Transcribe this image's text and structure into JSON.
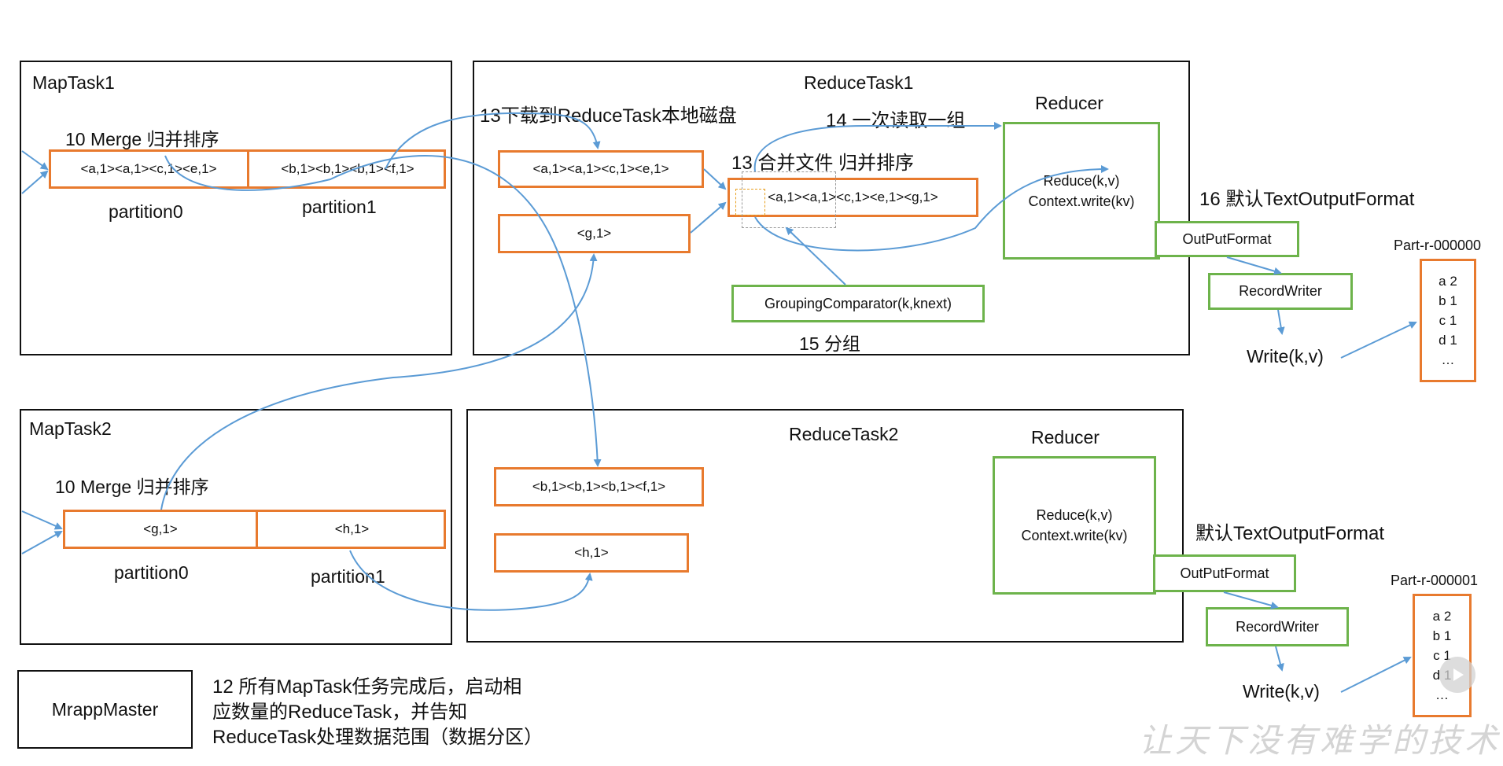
{
  "maptask1": {
    "title": "MapTask1",
    "merge": "10 Merge 归并排序",
    "p0_content": "<a,1><a,1><c,1><e,1>",
    "p1_content": "<b,1><b,1><b,1><f,1>",
    "p0_label": "partition0",
    "p1_label": "partition1"
  },
  "maptask2": {
    "title": "MapTask2",
    "merge": "10 Merge 归并排序",
    "p0_content": "<g,1>",
    "p1_content": "<h,1>",
    "p0_label": "partition0",
    "p1_label": "partition1"
  },
  "reducetask1": {
    "title": "ReduceTask1",
    "download": "13下载到ReduceTask本地磁盘",
    "read_group": "14 一次读取一组",
    "merge_label": "13 合并文件 归并排序",
    "seg1": "<a,1><a,1><c,1><e,1>",
    "seg2": "<g,1>",
    "merged": "<a,1><a,1><c,1><e,1><g,1>",
    "grouping": "GroupingComparator(k,knext)",
    "group_label": "15 分组",
    "reducer_title": "Reducer",
    "reduce_line1": "Reduce(k,v)",
    "reduce_line2": "Context.write(kv)",
    "output_label": "16 默认TextOutputFormat",
    "outputformat": "OutPutFormat",
    "recordwriter": "RecordWriter",
    "write": "Write(k,v)",
    "part_name": "Part-r-000000",
    "part_lines": [
      "a 2",
      "b 1",
      "c 1",
      "d 1",
      "…"
    ]
  },
  "reducetask2": {
    "title": "ReduceTask2",
    "seg1": "<b,1><b,1><b,1><f,1>",
    "seg2": "<h,1>",
    "reducer_title": "Reducer",
    "reduce_line1": "Reduce(k,v)",
    "reduce_line2": "Context.write(kv)",
    "output_label": "默认TextOutputFormat",
    "outputformat": "OutPutFormat",
    "recordwriter": "RecordWriter",
    "write": "Write(k,v)",
    "part_name": "Part-r-000001",
    "part_lines": [
      "a 2",
      "b 1",
      "c 1",
      "d 1",
      "…"
    ]
  },
  "master": {
    "label": "MrappMaster",
    "note_line1": "12 所有MapTask任务完成后，启动相",
    "note_line2": "应数量的ReduceTask，并告知",
    "note_line3": "ReduceTask处理数据范围（数据分区）"
  },
  "watermark": "让天下没有难学的技术",
  "colors": {
    "task_border": "#111111",
    "segment_border": "#e87a2e",
    "reducer_border": "#6db34b",
    "arrow": "#5b9bd5"
  }
}
